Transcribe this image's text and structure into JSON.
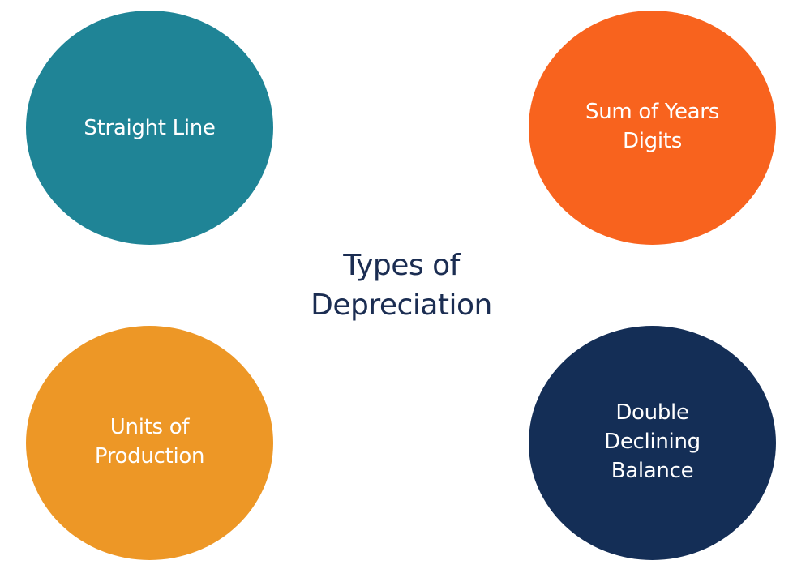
{
  "diagram": {
    "title": "Types of\nDepreciation",
    "nodes": [
      {
        "label": "Straight Line",
        "color": "#1F8496",
        "position": "top-left"
      },
      {
        "label": "Sum of Years\nDigits",
        "color": "#F8631E",
        "position": "top-right"
      },
      {
        "label": "Units of\nProduction",
        "color": "#ED9726",
        "position": "bottom-left"
      },
      {
        "label": "Double\nDeclining\nBalance",
        "color": "#142E56",
        "position": "bottom-right"
      }
    ],
    "title_color": "#1B2D52",
    "text_color": "#FFFFFF",
    "background": "#FFFFFF"
  }
}
